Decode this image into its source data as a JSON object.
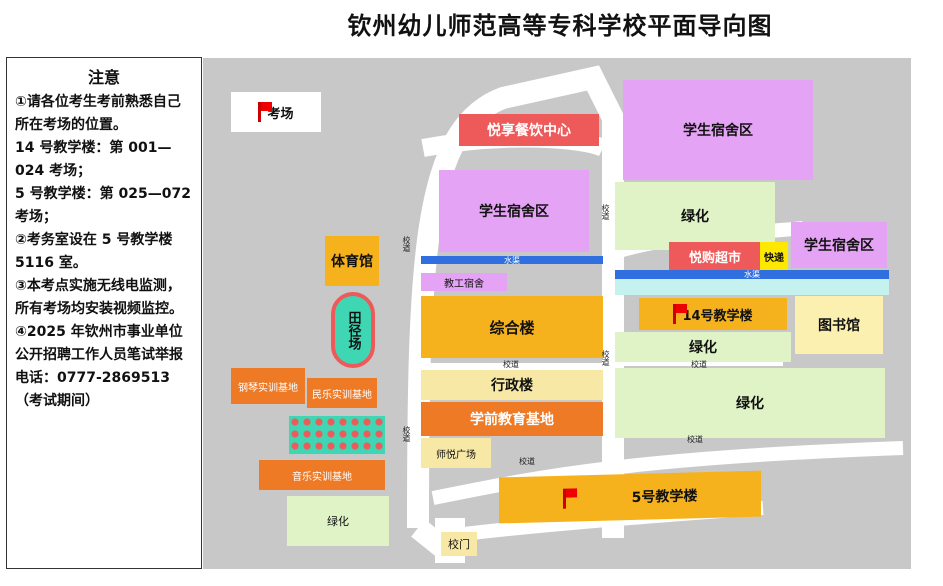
{
  "title": "钦州幼儿师范高等专科学校平面导向图",
  "notes": {
    "heading": "注意",
    "lines": [
      "①请各位考生考前熟悉自己所在考场的位置。",
      "14 号教学楼：第 001—024 考场；",
      "5 号教学楼：第 025—072 考场；",
      "②考务室设在 5 号教学楼 5116 室。",
      "③本考点实施无线电监测，所有考场均安装视频监控。",
      "④2025 年钦州市事业单位公开招聘工作人员笔试举报电话：0777-2869513（考试期间）"
    ]
  },
  "legend": {
    "label": "考场"
  },
  "zones": {
    "yuexiang": "悦享餐饮中心",
    "dorm_top_right": "学生宿舍区",
    "dorm_left": "学生宿舍区",
    "dorm_right": "学生宿舍区",
    "lvhua1": "绿化",
    "lvhua2": "绿化",
    "lvhua3": "绿化",
    "lvhua4": "绿化",
    "supermarket": "悦购超市",
    "express": "快递",
    "water1": "水渠",
    "water2": "水渠",
    "teacher_dorm": "教工宿舍",
    "gym": "体育馆",
    "track": "田径场",
    "zonghe": "综合楼",
    "xingzheng": "行政楼",
    "xueqian": "学前教育基地",
    "shiyue": "师悦广场",
    "b14": "14号教学楼",
    "library": "图书馆",
    "b5": "5号教学楼",
    "piano": "钢琴实训基地",
    "folk": "民乐实训基地",
    "music": "音乐实训基地",
    "gate": "校门"
  },
  "roads": {
    "label": "校道"
  },
  "colors": {
    "purple": "#e5a3f5",
    "red": "#ee5a5a",
    "green": "#dff3c6",
    "orange": "#f6b21d",
    "deep_orange": "#ef7a26",
    "yellow": "#fbf0b0",
    "light_yellow": "#f7e8a5",
    "blue": "#2f6fe0",
    "cyan": "#c5f2ef",
    "teal": "#3fd6b3"
  }
}
